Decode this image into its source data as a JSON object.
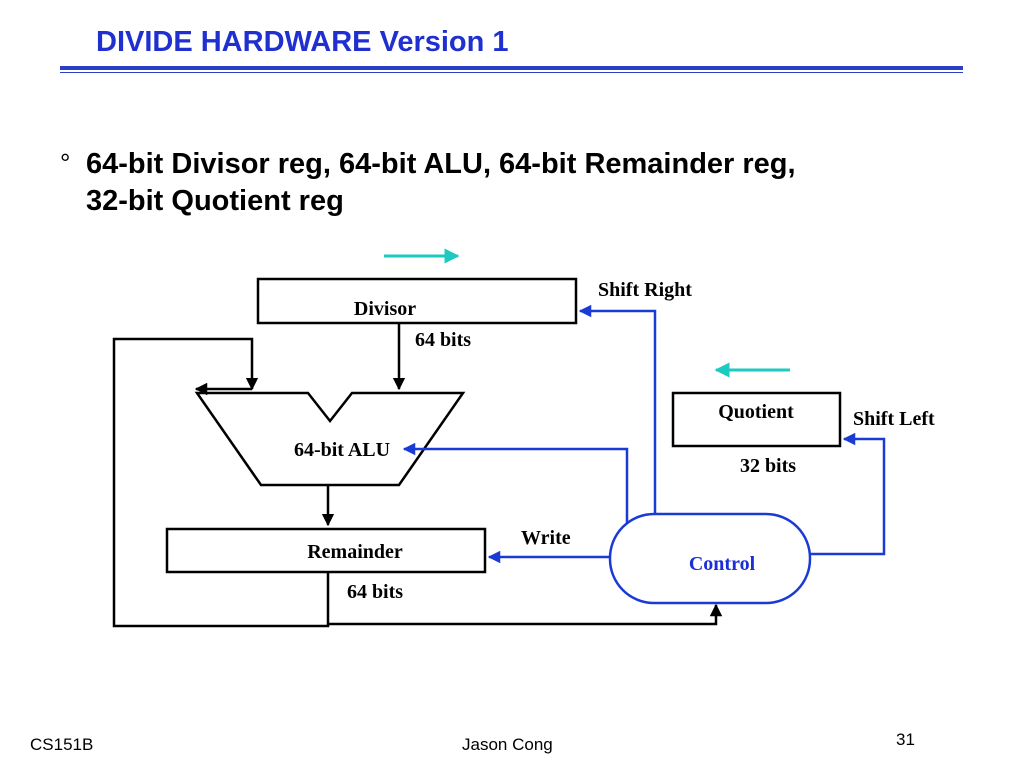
{
  "slide": {
    "title": "DIVIDE HARDWARE Version 1",
    "bullet_symbol": "°",
    "bullet_line1": "64-bit Divisor reg, 64-bit ALU, 64-bit Remainder reg,",
    "bullet_line2": "32-bit Quotient reg"
  },
  "diagram": {
    "divisor_label": "Divisor",
    "divisor_width_label": "64 bits",
    "divisor_shift_label": "Shift Right",
    "alu_label": "64-bit ALU",
    "remainder_label": "Remainder",
    "remainder_width_label": "64 bits",
    "write_label": "Write",
    "quotient_label": "Quotient",
    "quotient_width_label": "32 bits",
    "quotient_shift_label": "Shift Left",
    "control_label": "Control",
    "colors": {
      "control_lines": "#1a3ad6",
      "shift_arrows": "#1ec9c0",
      "data_lines": "#000000"
    }
  },
  "footer": {
    "course": "CS151B",
    "author": "Jason Cong",
    "page": "31"
  }
}
